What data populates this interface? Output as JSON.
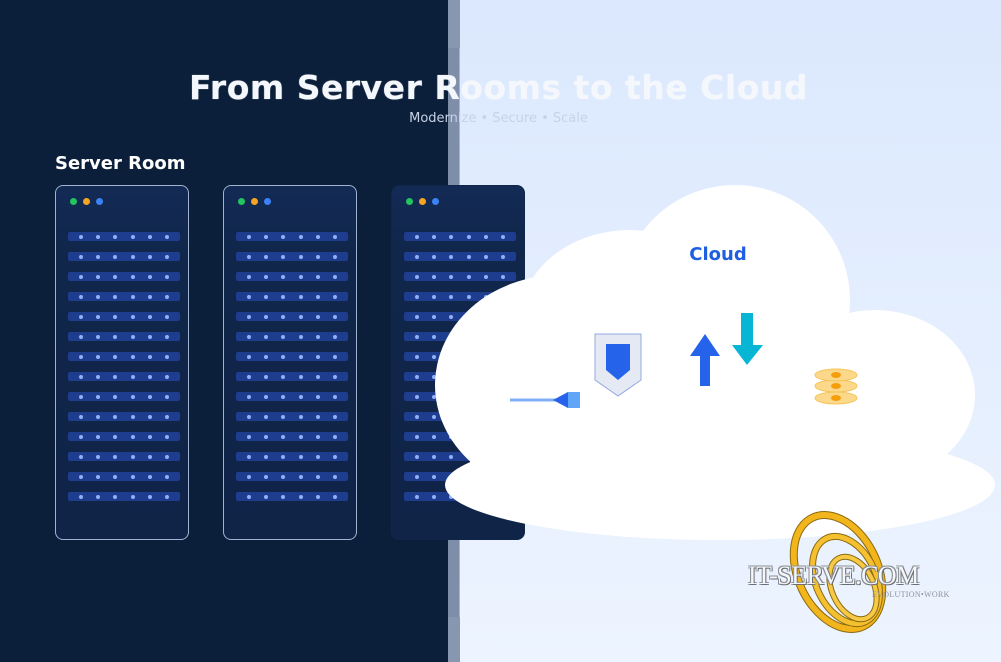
{
  "header": {
    "title": "From Server Rooms to the Cloud",
    "subtitle": "Modernize • Secure • Scale"
  },
  "server_room": {
    "label": "Server Room",
    "rack_count": 3,
    "rows_per_rack": 14,
    "leds_per_row": 6,
    "status_lights": [
      "green",
      "amber",
      "blue"
    ]
  },
  "cloud": {
    "label": "Cloud",
    "icons": [
      "network-cable-icon",
      "shield-icon",
      "upload-arrow-icon",
      "download-arrow-icon",
      "database-stack-icon"
    ]
  },
  "logo": {
    "text": "IT-SERVE.COM",
    "tagline": "EVOLUTION•WORK"
  },
  "colors": {
    "left_background": "#0c1f3a",
    "right_background_top": "#dbe8fd",
    "right_background_bottom": "#edf4ff",
    "divider": "#8797b0",
    "rack_row": "#1f3d8f",
    "rack_led": "#8fb1f5",
    "status_green": "#22c55e",
    "status_amber": "#f5a524",
    "status_blue": "#3b82f6",
    "cloud_label": "#1f5ee0",
    "shield_fill": "#e4e9f3",
    "shield_inner": "#2563eb",
    "upload_arrow": "#2563eb",
    "download_arrow": "#06b6d4",
    "database": "#fcd98a",
    "database_core": "#f59e0b",
    "logo_ring": "#f2b51c"
  }
}
